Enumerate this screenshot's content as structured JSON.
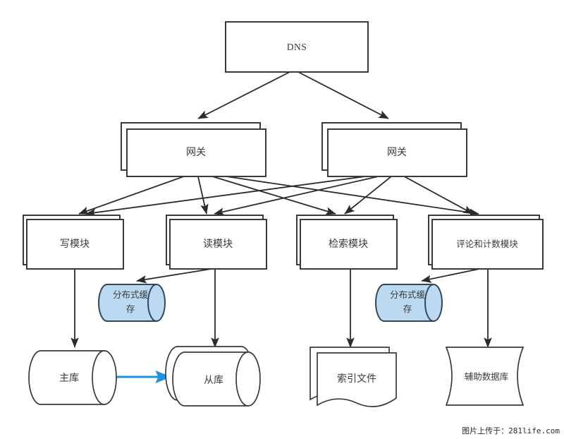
{
  "diagram": {
    "title": "DNS",
    "watermark": "图片上传于：281life.com",
    "colors": {
      "stroke": "#3a3a3a",
      "connector": "#2b2b2b",
      "cache_fill": "#bcd9f2",
      "cache_stroke": "#33475b",
      "replication_arrow": "#1f93e0",
      "background": "#ffffff"
    },
    "nodes": {
      "dns": {
        "label": "DNS",
        "shape": "rectangle"
      },
      "gateway_left": {
        "label": "网关",
        "shape": "stacked-rectangle"
      },
      "gateway_right": {
        "label": "网关",
        "shape": "stacked-rectangle"
      },
      "write_module": {
        "label": "写模块",
        "shape": "stacked-rectangle"
      },
      "read_module": {
        "label": "读模块",
        "shape": "stacked-rectangle"
      },
      "search_module": {
        "label": "检索模块",
        "shape": "stacked-rectangle"
      },
      "comment_count_module": {
        "label": "评论和计数模块",
        "shape": "stacked-rectangle"
      },
      "cache_left": {
        "label_line1": "分布式缓",
        "label_line2": "存",
        "shape": "cylinder-horizontal"
      },
      "cache_right": {
        "label_line1": "分布式缓",
        "label_line2": "存",
        "shape": "cylinder-horizontal"
      },
      "master_db": {
        "label": "主库",
        "shape": "cylinder-horizontal"
      },
      "slave_db": {
        "label": "从库",
        "shape": "stacked-cylinder-horizontal"
      },
      "index_file": {
        "label": "索引文件",
        "shape": "stacked-document"
      },
      "aux_db": {
        "label": "辅助数据库",
        "shape": "curved-data-store"
      }
    },
    "edges": [
      {
        "from": "dns",
        "to": "gateway_left",
        "style": "solid-arrow"
      },
      {
        "from": "dns",
        "to": "gateway_right",
        "style": "solid-arrow"
      },
      {
        "from": "gateway_left",
        "to": "write_module",
        "style": "solid-arrow"
      },
      {
        "from": "gateway_left",
        "to": "read_module",
        "style": "solid-arrow"
      },
      {
        "from": "gateway_left",
        "to": "search_module",
        "style": "solid-arrow"
      },
      {
        "from": "gateway_left",
        "to": "comment_count_module",
        "style": "solid-arrow"
      },
      {
        "from": "gateway_right",
        "to": "write_module",
        "style": "solid-arrow"
      },
      {
        "from": "gateway_right",
        "to": "read_module",
        "style": "solid-arrow"
      },
      {
        "from": "gateway_right",
        "to": "search_module",
        "style": "solid-arrow"
      },
      {
        "from": "gateway_right",
        "to": "comment_count_module",
        "style": "solid-arrow"
      },
      {
        "from": "write_module",
        "to": "master_db",
        "style": "solid-arrow"
      },
      {
        "from": "read_module",
        "to": "cache_left",
        "style": "solid-arrow"
      },
      {
        "from": "read_module",
        "to": "slave_db",
        "style": "solid-arrow"
      },
      {
        "from": "search_module",
        "to": "index_file",
        "style": "solid-arrow"
      },
      {
        "from": "comment_count_module",
        "to": "cache_right",
        "style": "solid-arrow"
      },
      {
        "from": "comment_count_module",
        "to": "aux_db",
        "style": "solid-arrow"
      },
      {
        "from": "master_db",
        "to": "slave_db",
        "style": "blue-arrow"
      }
    ]
  }
}
